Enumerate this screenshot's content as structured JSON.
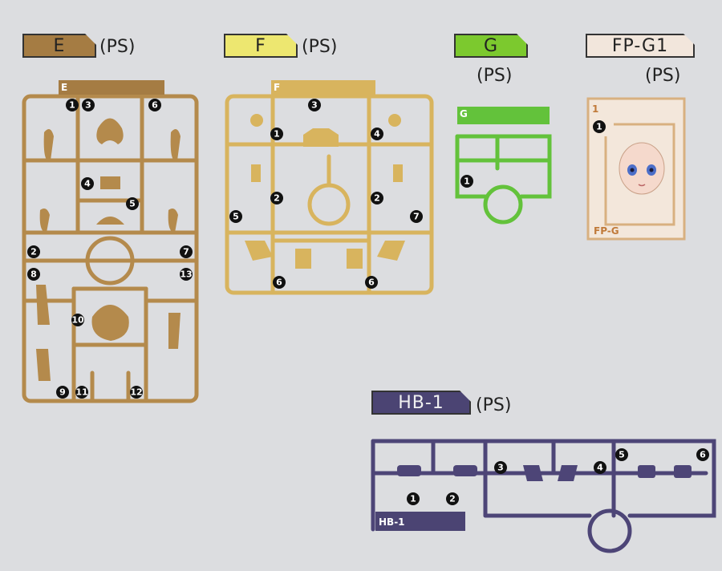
{
  "runners": {
    "E": {
      "label": "E",
      "material": "(PS)",
      "color": "#a8824a",
      "tab": "E"
    },
    "F": {
      "label": "F",
      "material": "(PS)",
      "color": "#e8e06a",
      "tab": "F"
    },
    "G": {
      "label": "G",
      "material": "(PS)",
      "color": "#74c12e",
      "tab": "G"
    },
    "FPG1": {
      "label": "FP-G1",
      "material": "(PS)",
      "color": "#f2e8e0",
      "tab": "FP-G",
      "tab_num": "1"
    },
    "HB1": {
      "label": "HB-1",
      "material": "(PS)",
      "color": "#4a4472",
      "tab": "HB-1"
    }
  },
  "part_numbers": {
    "E": [
      "1",
      "3",
      "6",
      "4",
      "5",
      "2",
      "7",
      "8",
      "13",
      "10",
      "9",
      "11",
      "12"
    ],
    "F": [
      "3",
      "1",
      "4",
      "2",
      "2",
      "5",
      "7",
      "6",
      "6"
    ],
    "G": [
      "1"
    ],
    "FPG1": [
      "1"
    ],
    "HB1": [
      "3",
      "4",
      "5",
      "6",
      "1",
      "2"
    ]
  }
}
